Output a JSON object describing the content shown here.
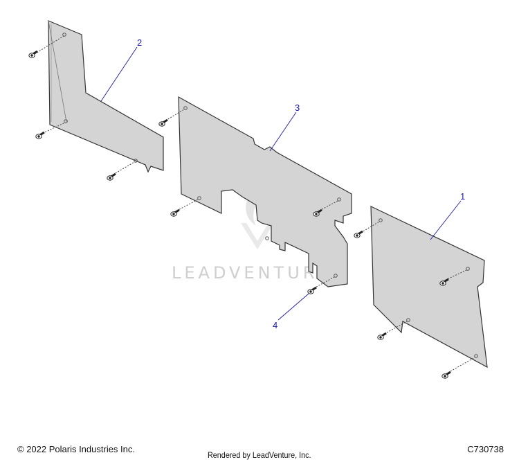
{
  "parts": [
    {
      "number": "1"
    },
    {
      "number": "2"
    },
    {
      "number": "3"
    },
    {
      "number": "4"
    }
  ],
  "watermark": {
    "brand": "LEADVENTURE"
  },
  "footer": {
    "copyright": "© 2022 Polaris Industries Inc.",
    "diagram_id": "C730738",
    "rendered_by": "Rendered by LeadVenture, Inc."
  },
  "colors": {
    "panel_fill": "#d4d4d4",
    "panel_edge": "#333333",
    "callout": "#1a1aa8",
    "watermark": "#cfcfcf"
  },
  "icons": [
    "screw-icon",
    "leadventure-flame-logo"
  ]
}
